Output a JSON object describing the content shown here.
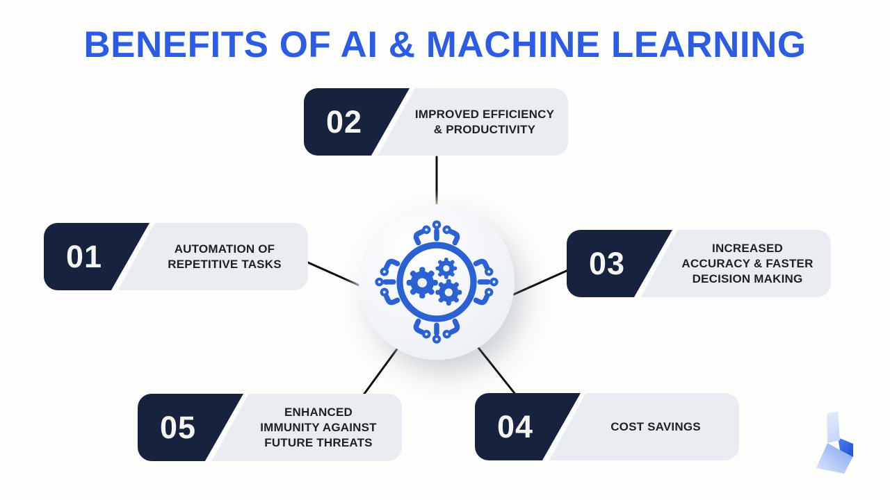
{
  "title": {
    "text": "BENEFITS OF AI & MACHINE LEARNING"
  },
  "colors": {
    "background": "#fdfdfb",
    "title_blue": "#2c5ce5",
    "navy": "#16223e",
    "card_background": "#e9edf2",
    "card_text": "#1e2025",
    "number_text": "#f4f4f0",
    "icon_blue": "#2a62d4",
    "connector_line": "#0d0d0d",
    "logo_light_blue": "#cfdef9",
    "logo_vivid_blue": "#2b5fe0"
  },
  "center": {
    "icon": "ai-circuit-gears-icon"
  },
  "cards": [
    {
      "number": "01",
      "label": "AUTOMATION OF\nREPETITIVE TASKS"
    },
    {
      "number": "02",
      "label": "IMPROVED EFFICIENCY\n& PRODUCTIVITY"
    },
    {
      "number": "03",
      "label": "INCREASED\nACCURACY & FASTER\nDECISION MAKING"
    },
    {
      "number": "04",
      "label": "COST SAVINGS"
    },
    {
      "number": "05",
      "label": "ENHANCED\nIMMUNITY AGAINST\nFUTURE THREATS"
    }
  ]
}
